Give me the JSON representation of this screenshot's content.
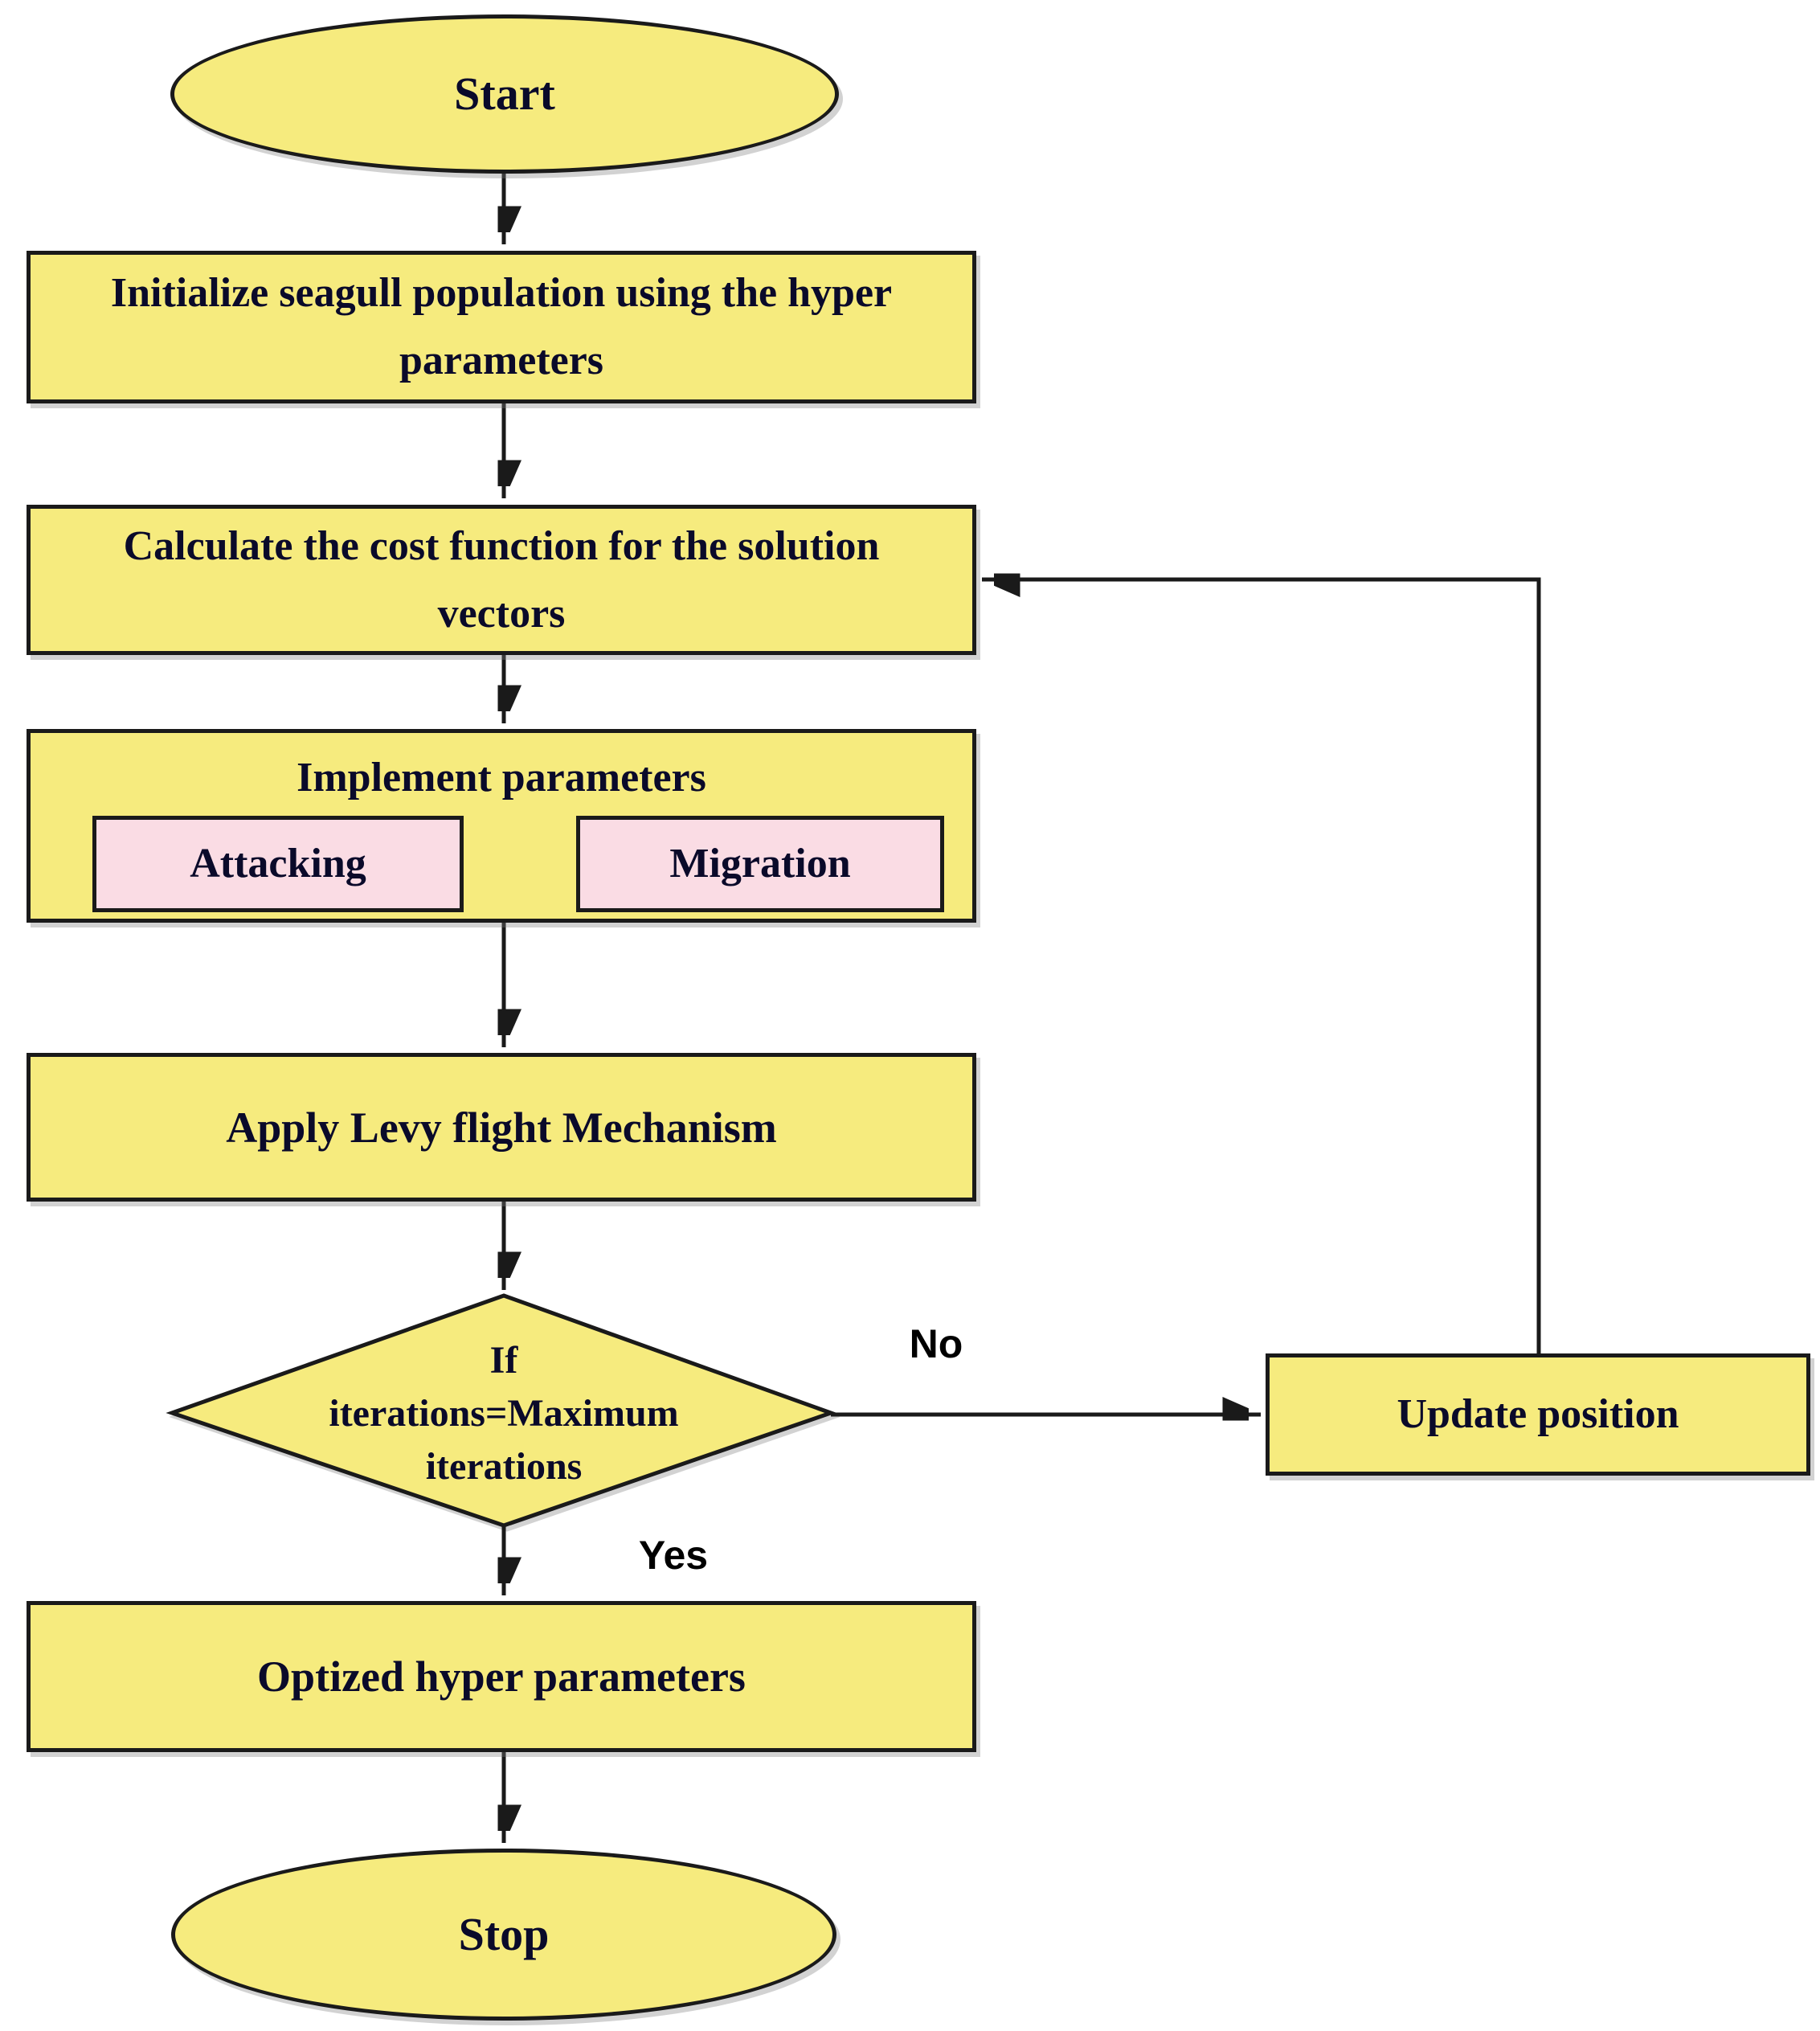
{
  "nodes": {
    "start": {
      "label": "Start"
    },
    "initialize": {
      "lines": [
        "Initialize seagull population using the hyper",
        "parameters"
      ]
    },
    "calculate": {
      "lines": [
        "Calculate the cost function for the solution",
        "vectors"
      ]
    },
    "implement": {
      "title": "Implement parameters",
      "attacking": "Attacking",
      "migration": "Migration"
    },
    "levy": {
      "label": "Apply Levy flight Mechanism"
    },
    "decision": {
      "lines": [
        "If",
        "iterations=Maximum",
        "iterations"
      ]
    },
    "update": {
      "label": "Update position"
    },
    "optimized": {
      "label": "Optized hyper parameters"
    },
    "stop": {
      "label": "Stop"
    }
  },
  "edges": {
    "no": "No",
    "yes": "Yes"
  },
  "colors": {
    "node_fill": "#F6EB7E",
    "sub_node_fill": "#FADCE4",
    "outline": "#1A1A1A",
    "node_text": "#0A0A2A",
    "edge_label_text": "#000000",
    "background": "#FFFFFF"
  }
}
